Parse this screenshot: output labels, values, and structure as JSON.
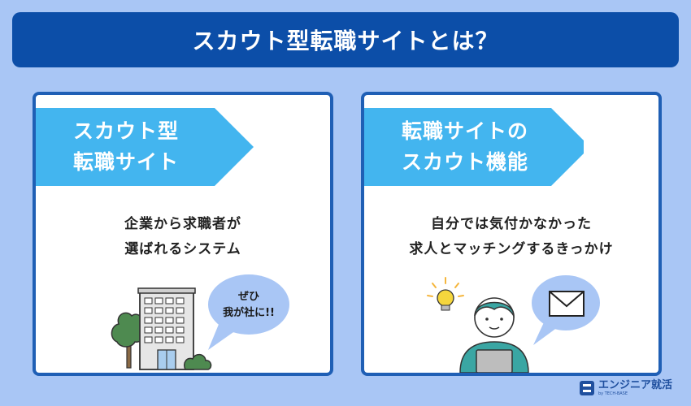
{
  "title": "スカウト型転職サイトとは？",
  "colors": {
    "background": "#a9c6f5",
    "title_bar": "#0c4ea8",
    "card_border": "#1f5fb5",
    "arrow": "#43b5ef",
    "bubble": "#a9c6f5",
    "bulb": "#f5d63d",
    "shirt": "#3aa6a3"
  },
  "left_card": {
    "label_line1": "スカウト型",
    "label_line2": "転職サイト",
    "desc_line1": "企業から求職者が",
    "desc_line2": "選ばれるシステム",
    "bubble_line1": "ぜひ",
    "bubble_line2": "我が社に!!",
    "icons": [
      "office-building-icon",
      "tree-icon",
      "bush-icon",
      "speech-bubble-icon"
    ]
  },
  "right_card": {
    "label_line1": "転職サイトの",
    "label_line2": "スカウト機能",
    "desc_line1": "自分では気付かなかった",
    "desc_line2": "求人とマッチングするきっかけ",
    "icons": [
      "lightbulb-icon",
      "person-with-laptop-icon",
      "speech-bubble-icon",
      "envelope-icon"
    ]
  },
  "logo": {
    "text": "エンジニア就活",
    "sub": "by TECH-BASE"
  }
}
